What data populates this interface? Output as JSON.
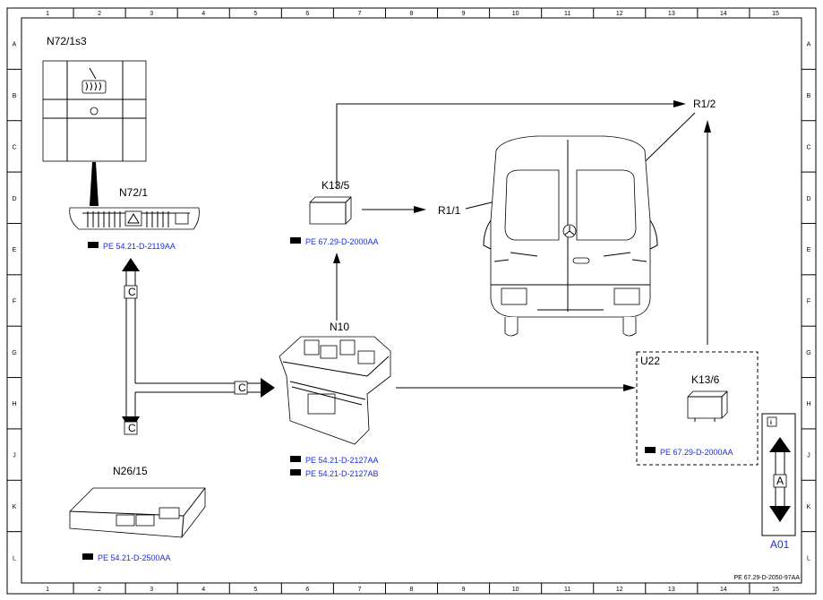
{
  "frame": {
    "columns": [
      "1",
      "2",
      "3",
      "4",
      "5",
      "6",
      "7",
      "8",
      "9",
      "10",
      "11",
      "12",
      "13",
      "14",
      "15"
    ],
    "rows": [
      "A",
      "B",
      "C",
      "D",
      "E",
      "F",
      "G",
      "H",
      "J",
      "K",
      "L"
    ]
  },
  "components": {
    "n72_1s3": "N72/1s3",
    "n72_1": "N72/1",
    "k13_5": "K13/5",
    "r1_1": "R1/1",
    "r1_2": "R1/2",
    "n10": "N10",
    "u22": "U22",
    "k13_6": "K13/6",
    "n26_15": "N26/15"
  },
  "references": {
    "n72_1": "PE 54.21-D-2119AA",
    "k13_5": "PE 67.29-D-2000AA",
    "n10_a": "PE 54.21-D-2127AA",
    "n10_b": "PE 54.21-D-2127AB",
    "k13_6": "PE 67.29-D-2000AA",
    "n26_15": "PE 54.21-D-2500AA"
  },
  "bus_labels": {
    "c_top": "C",
    "c_right": "C",
    "c_bottom": "C"
  },
  "legend": {
    "info": "i",
    "bus": "A",
    "code": "A01"
  },
  "footer_code": "PE 67.29-D-2050-97AA",
  "colors": {
    "reference_text": "#1a2fd6",
    "line": "#000000"
  }
}
